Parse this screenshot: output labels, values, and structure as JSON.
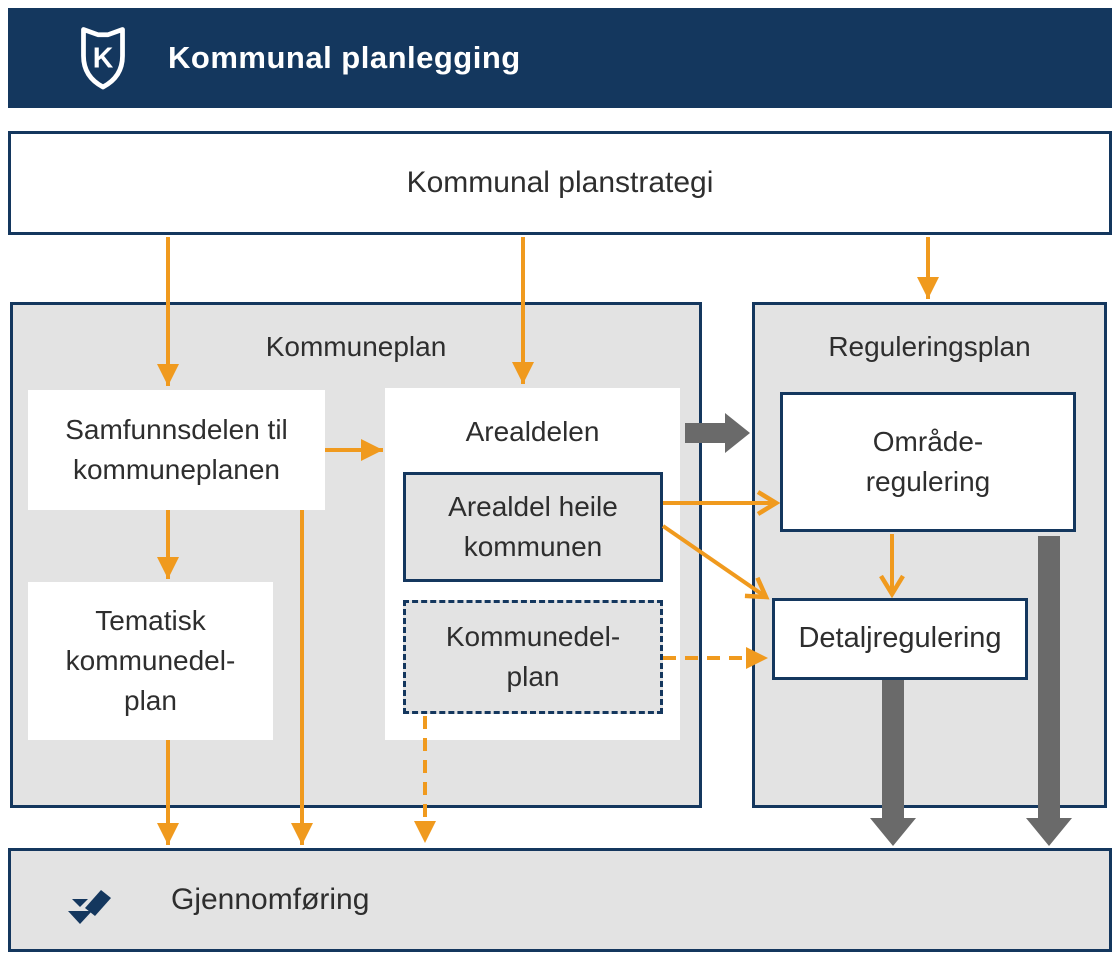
{
  "header": {
    "title": "Kommunal planlegging",
    "logo_letter": "K"
  },
  "planstrategi": {
    "label": "Kommunal planstrategi"
  },
  "kommuneplan": {
    "title": "Kommuneplan",
    "samfunnsdel": "Samfunnsdelen til\nkommuneplanen",
    "tematisk": "Tematisk\nkommunedel-\nplan",
    "arealdelen_title": "Arealdelen",
    "arealdel_heile": "Arealdel heile\nkommunen",
    "kommunedelplan": "Kommunedel-\nplan"
  },
  "reguleringsplan": {
    "title": "Reguleringsplan",
    "omraderegulering": "Område-\nregulering",
    "detaljregulering": "Detaljregulering"
  },
  "gjennomforing": {
    "label": "Gjennomføring"
  },
  "colors": {
    "navy": "#14375E",
    "orange": "#F09A1E",
    "grayfill": "#E3E3E3",
    "grayarrow": "#6A6A6A",
    "textcolor": "#2E2E2E"
  }
}
